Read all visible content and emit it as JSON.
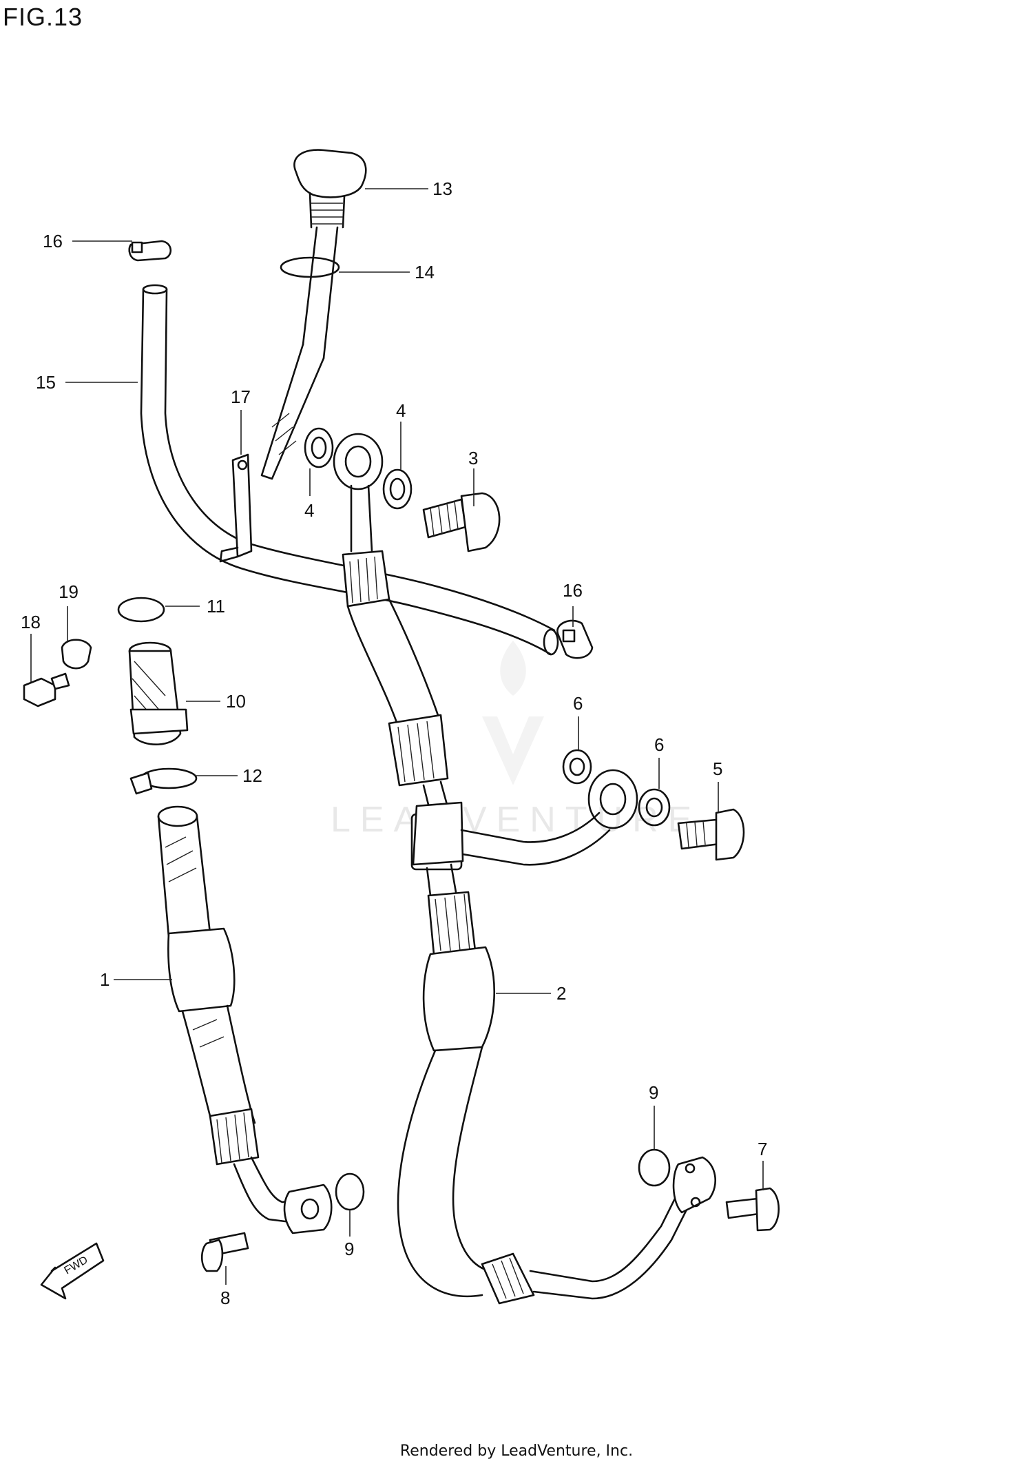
{
  "figure": {
    "title": "FIG.13"
  },
  "footer": {
    "text": "Rendered by LeadVenture, Inc."
  },
  "watermark": {
    "text": "LEADVENTURE"
  },
  "direction_arrow": {
    "label": "FWD"
  },
  "callouts": [
    {
      "id": "c13",
      "label": "13"
    },
    {
      "id": "c14",
      "label": "14"
    },
    {
      "id": "c16a",
      "label": "16"
    },
    {
      "id": "c15",
      "label": "15"
    },
    {
      "id": "c17",
      "label": "17"
    },
    {
      "id": "c4a",
      "label": "4"
    },
    {
      "id": "c4b",
      "label": "4"
    },
    {
      "id": "c3",
      "label": "3"
    },
    {
      "id": "c16b",
      "label": "16"
    },
    {
      "id": "c19",
      "label": "19"
    },
    {
      "id": "c18",
      "label": "18"
    },
    {
      "id": "c11",
      "label": "11"
    },
    {
      "id": "c10",
      "label": "10"
    },
    {
      "id": "c12",
      "label": "12"
    },
    {
      "id": "c6a",
      "label": "6"
    },
    {
      "id": "c6b",
      "label": "6"
    },
    {
      "id": "c5",
      "label": "5"
    },
    {
      "id": "c1",
      "label": "1"
    },
    {
      "id": "c2",
      "label": "2"
    },
    {
      "id": "c9a",
      "label": "9"
    },
    {
      "id": "c9b",
      "label": "9"
    },
    {
      "id": "c7",
      "label": "7"
    },
    {
      "id": "c8",
      "label": "8"
    }
  ]
}
